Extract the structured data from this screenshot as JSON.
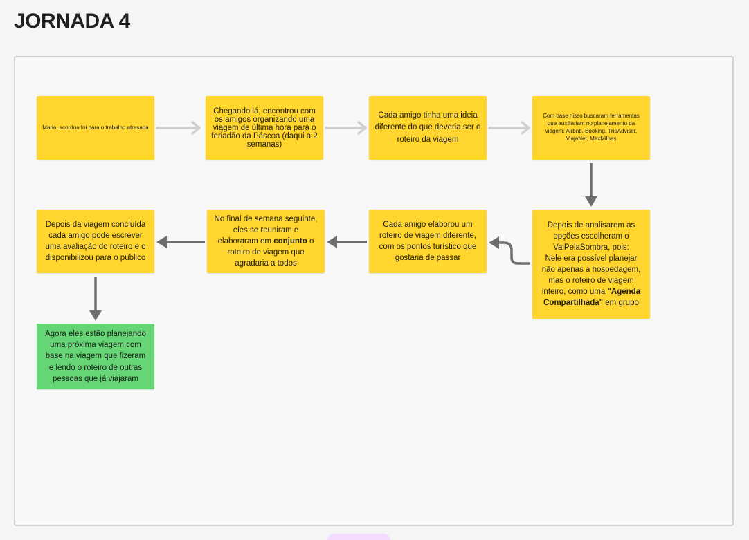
{
  "page": {
    "title": "JORNADA 4"
  },
  "notes": {
    "n1": "Maria, acordou foi para o trabalho atrasada",
    "n2": "Chegando lá, encontrou com os amigos organizando uma viagem de última hora para o feriadão da Páscoa (daqui a 2 semanas)",
    "n3": "Cada amigo tinha uma ideia diferente do que deveria ser o roteiro da viagem",
    "n4": "Com base nisso buscaram ferramentas que auxiliariam no planejamento da viagem: Airbnb, Booking, TripAdviser, ViajaNet, MaxMilhas",
    "n5": {
      "line1": "Depois de analisarem as opções escolheram o VaiPelaSombra, pois:",
      "line2_pre": "Nele era possível planejar não apenas a hospedagem, mas o roteiro de viagem inteiro, como uma ",
      "line2_bold": "\"Agenda Compartilhada\"",
      "line2_post": " em grupo"
    },
    "n6": "Cada amigo elaborou um roteiro de viagem diferente, com os pontos turístico que gostaria de passar",
    "n7": {
      "pre": "No final de semana seguinte, eles se reuniram e elaboraram em ",
      "bold": "conjunto",
      "post": " o roteiro de viagem que agradaria a todos"
    },
    "n8": "Depois da viagem concluída cada amigo pode escrever uma avaliação do roteiro e o disponibilizou para o público",
    "n9": "Agora eles estão planejando uma próxima viagem com base na viagem que fizeram e lendo o roteiro de outras pessoas que já viajaram"
  },
  "colors": {
    "sticky_yellow": "#ffd52e",
    "sticky_green": "#66d575",
    "arrow_light": "#d0d0d0",
    "arrow_dark": "#6e6e6e"
  }
}
